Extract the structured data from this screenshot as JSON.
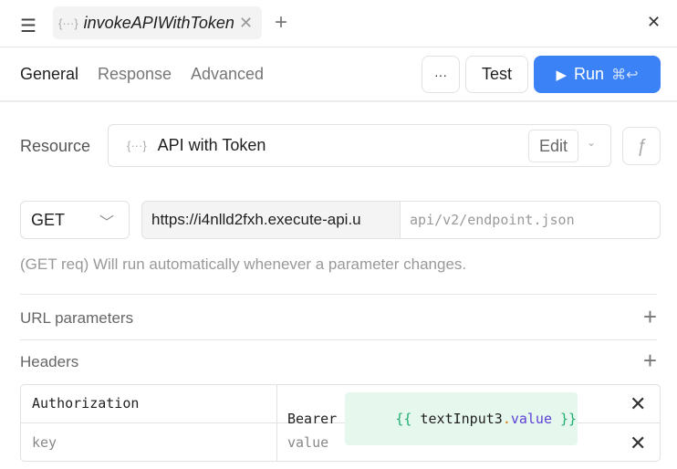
{
  "tab": {
    "title": "invokeAPIWithToken"
  },
  "subtabs": [
    {
      "label": "General"
    },
    {
      "label": "Response"
    },
    {
      "label": "Advanced"
    }
  ],
  "toolbar": {
    "more": "···",
    "test": "Test",
    "run": "Run",
    "run_shortcut": "⌘↩"
  },
  "resource": {
    "label": "Resource",
    "value": "API with Token",
    "edit": "Edit",
    "fx": "ƒ"
  },
  "request": {
    "method": "GET",
    "base_url": "https://i4nlld2fxh.execute-api.u",
    "path_placeholder": "api/v2/endpoint.json",
    "hint": "(GET req) Will run automatically whenever a parameter changes."
  },
  "sections": {
    "url_params": "URL parameters",
    "headers": "Headers"
  },
  "headers": [
    {
      "key": "Authorization",
      "value_prefix": "Bearer ",
      "tmpl_open": "{{ ",
      "tmpl_obj": "textInput3",
      "tmpl_dot": ".",
      "tmpl_prop": "value",
      "tmpl_close": " }}"
    },
    {
      "key_placeholder": "key",
      "value_placeholder": "value"
    }
  ],
  "colors": {
    "accent": "#3b82f6",
    "template_green": "#1fae6d",
    "template_purple": "#5b3fd6"
  }
}
